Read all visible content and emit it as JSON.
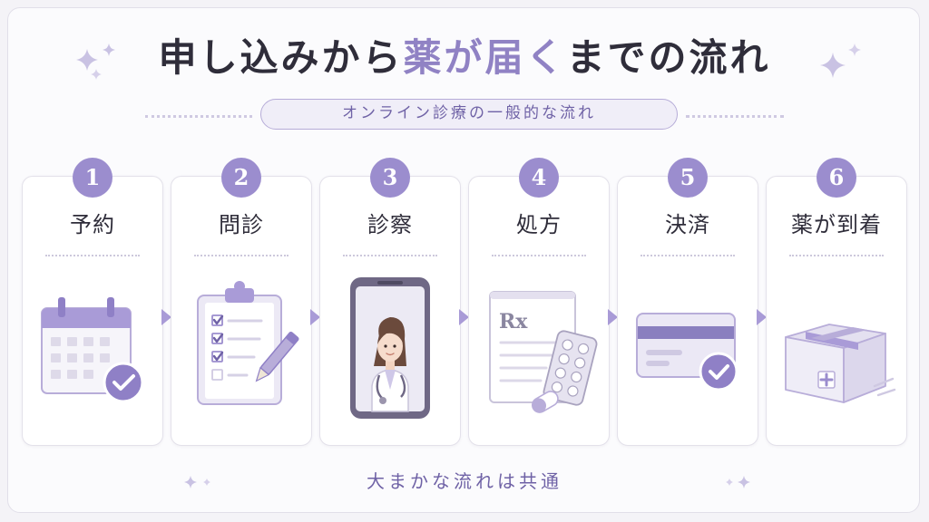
{
  "title": {
    "part1": "申し込みから",
    "highlight": "薬が届く",
    "part2": "までの流れ"
  },
  "subtitle": "オンライン診療の一般的な流れ",
  "steps": [
    {
      "number": "1",
      "label": "予約",
      "icon": "calendar-check-icon"
    },
    {
      "number": "2",
      "label": "問診",
      "icon": "clipboard-checklist-icon"
    },
    {
      "number": "3",
      "label": "診察",
      "icon": "smartphone-doctor-icon"
    },
    {
      "number": "4",
      "label": "処方",
      "icon": "prescription-pills-icon"
    },
    {
      "number": "5",
      "label": "決済",
      "icon": "credit-card-check-icon"
    },
    {
      "number": "6",
      "label": "薬が到着",
      "icon": "package-icon"
    }
  ],
  "prescription_mark": "Rx",
  "footer": "大まかな流れは共通",
  "colors": {
    "accent": "#9b8dce",
    "accent_light": "#d9d3ef",
    "text": "#2f2d3a",
    "subtitle_text": "#6f62a6"
  }
}
